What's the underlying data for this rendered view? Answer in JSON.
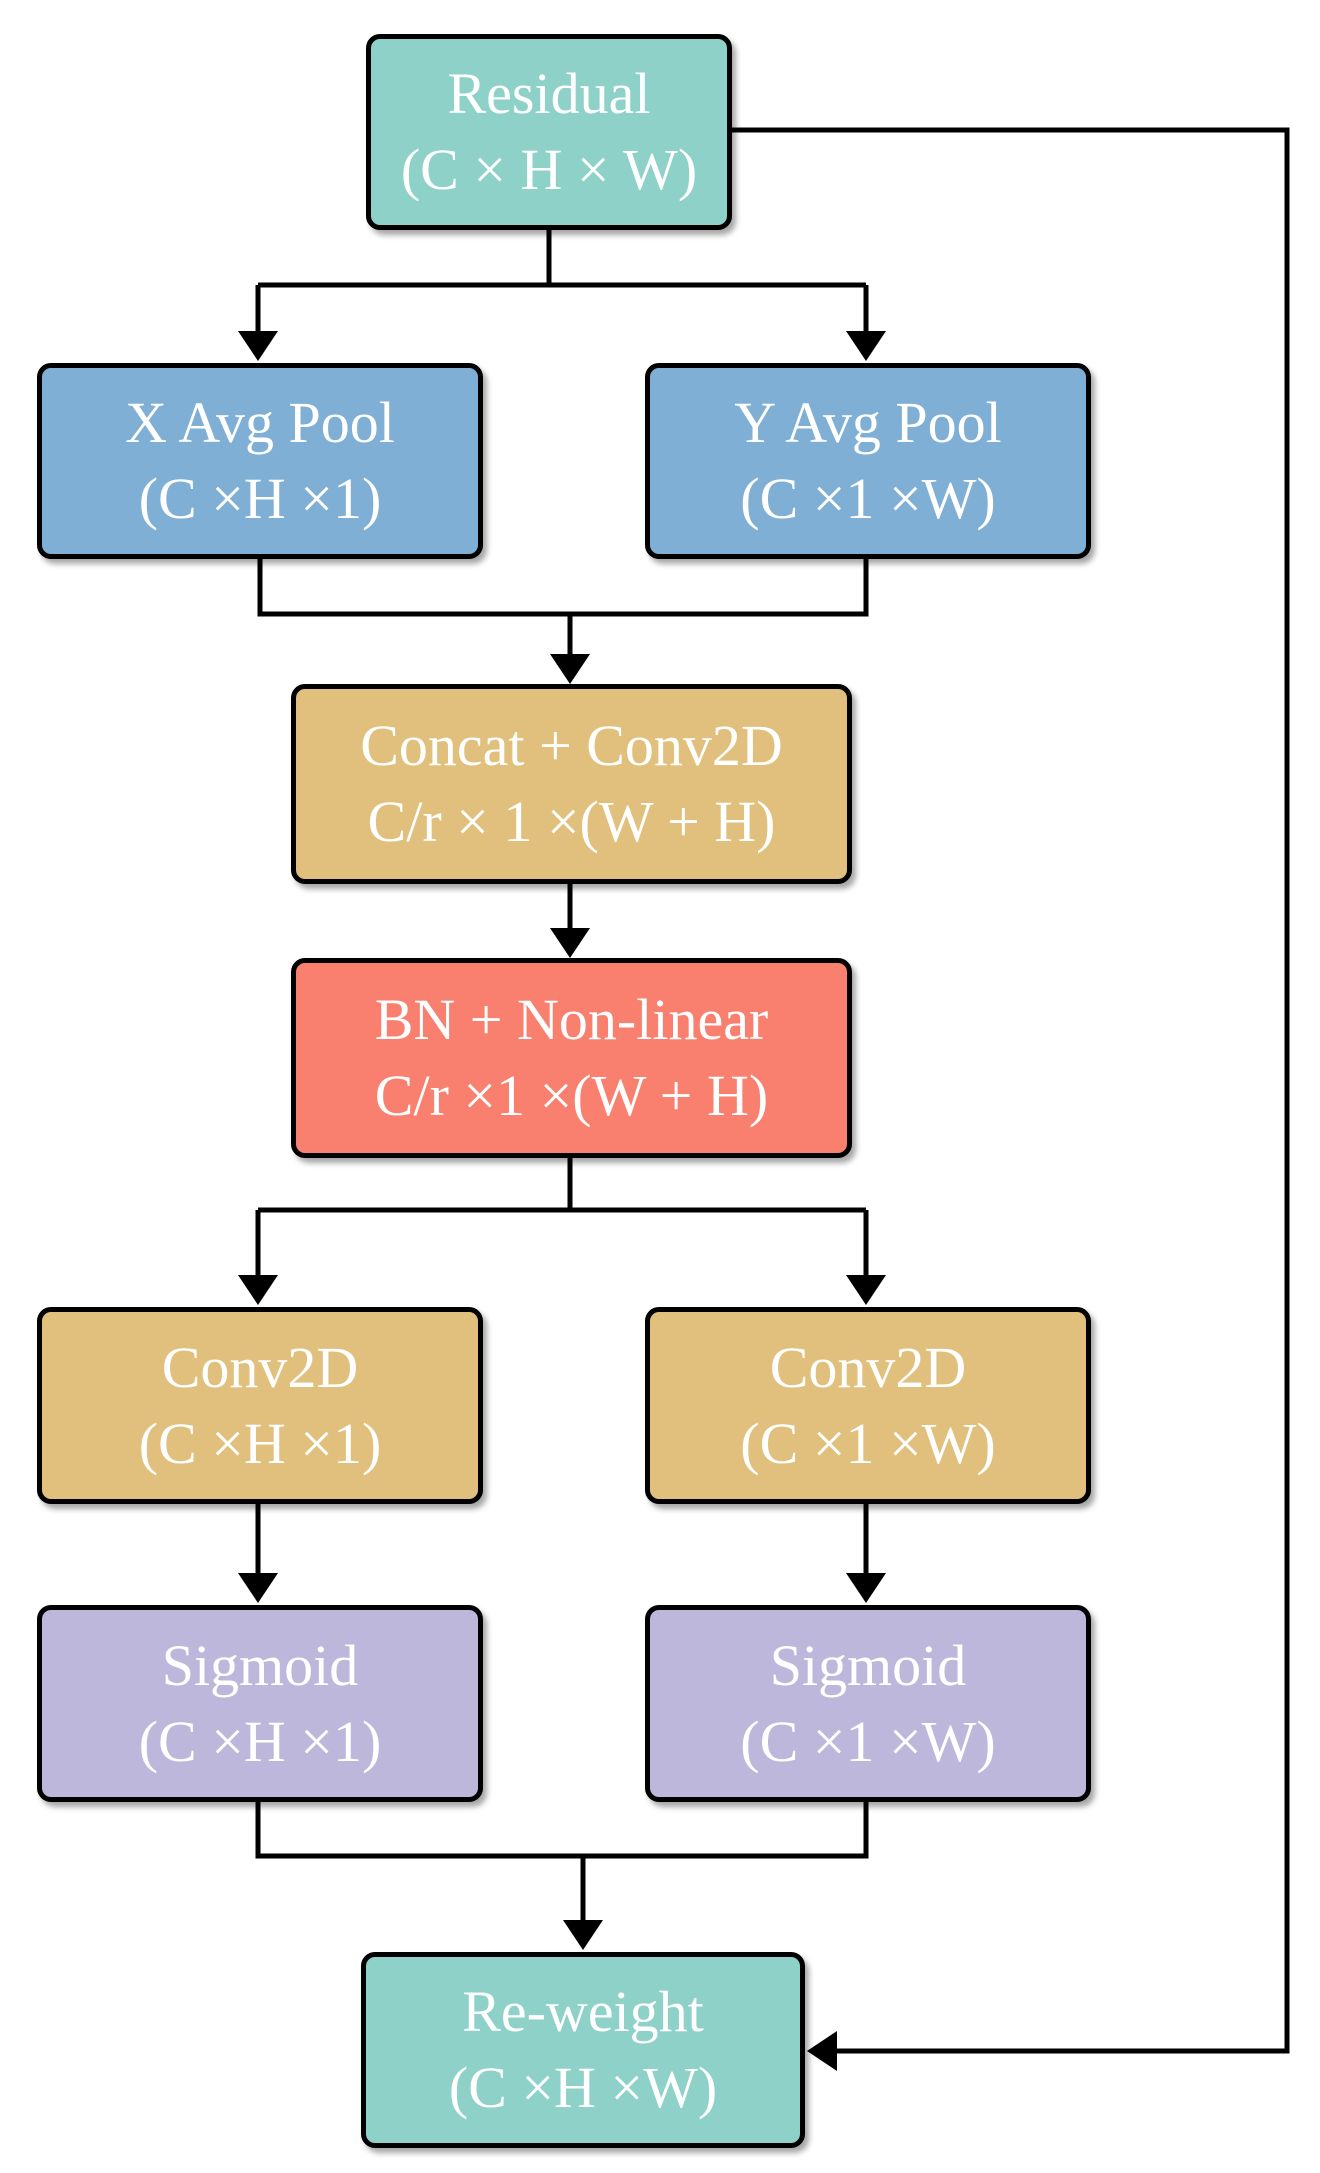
{
  "colors": {
    "teal": "#8dd1c8",
    "blue": "#7fafd4",
    "gold": "#e0c07c",
    "salmon": "#f9806f",
    "lavender": "#bcb7db",
    "line": "#000000"
  },
  "nodes": {
    "residual": {
      "line1": "Residual",
      "line2": "(C × H × W)"
    },
    "x_avg_pool": {
      "line1": "X Avg Pool",
      "line2": "(C ×H ×1)"
    },
    "y_avg_pool": {
      "line1": "Y Avg Pool",
      "line2": "(C ×1 ×W)"
    },
    "concat_conv": {
      "line1": "Concat + Conv2D",
      "line2": "C/r × 1 ×(W + H)"
    },
    "bn_nonlinear": {
      "line1": "BN + Non-linear",
      "line2": "C/r ×1 ×(W + H)"
    },
    "conv_x": {
      "line1": "Conv2D",
      "line2": "(C ×H ×1)"
    },
    "conv_y": {
      "line1": "Conv2D",
      "line2": "(C ×1 ×W)"
    },
    "sigmoid_x": {
      "line1": "Sigmoid",
      "line2": "(C ×H ×1)"
    },
    "sigmoid_y": {
      "line1": "Sigmoid",
      "line2": "(C ×1 ×W)"
    },
    "reweight": {
      "line1": "Re-weight",
      "line2": "(C ×H ×W)"
    }
  }
}
